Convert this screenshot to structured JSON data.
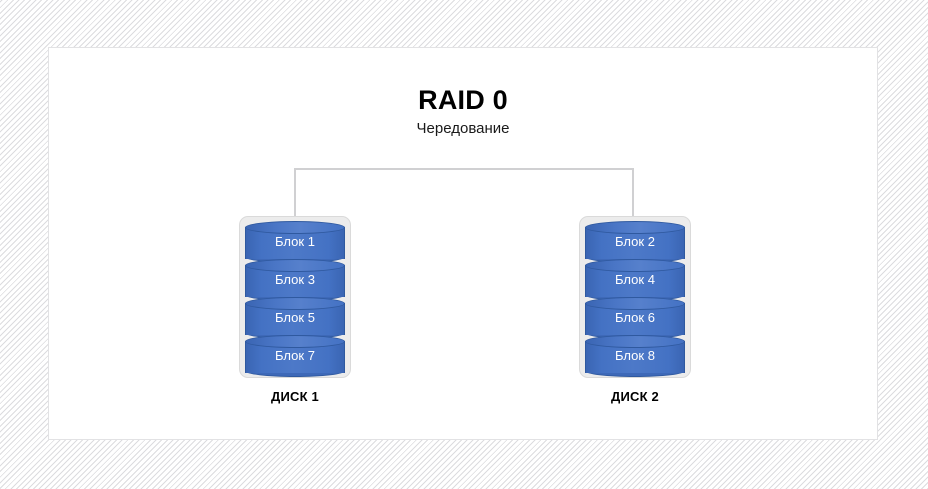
{
  "diagram": {
    "title": "RAID 0",
    "subtitle": "Чередование",
    "connector": {
      "name": "bracket-connector",
      "color": "#d0d0d2"
    },
    "colors": {
      "block_fill": "#4472C4",
      "block_stroke": "#2f599f",
      "block_text": "#ffffff",
      "casing_fill": "#ececec",
      "casing_stroke": "#dadada",
      "canvas": "#ffffff",
      "backdrop_hatch": "#dcdcdf",
      "title_text": "#000000"
    },
    "disks": [
      {
        "caption": "ДИСК 1",
        "blocks": [
          {
            "label": "Блок 1"
          },
          {
            "label": "Блок 3"
          },
          {
            "label": "Блок 5"
          },
          {
            "label": "Блок 7"
          }
        ]
      },
      {
        "caption": "ДИСК 2",
        "blocks": [
          {
            "label": "Блок 2"
          },
          {
            "label": "Блок 4"
          },
          {
            "label": "Блок 6"
          },
          {
            "label": "Блок 8"
          }
        ]
      }
    ]
  }
}
